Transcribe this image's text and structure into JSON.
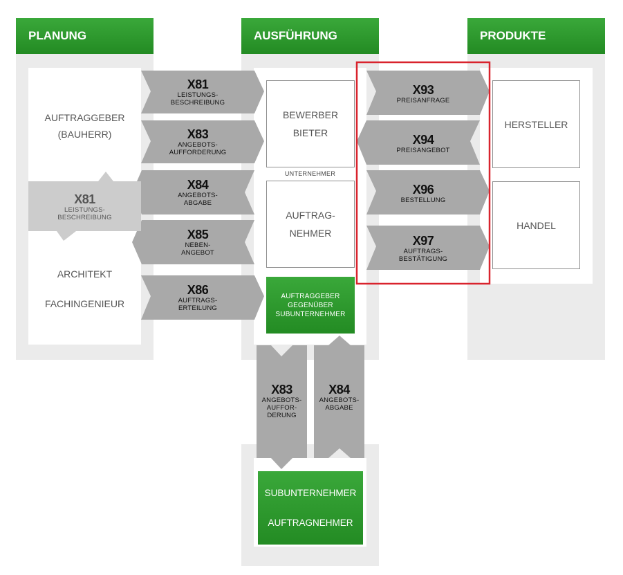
{
  "columns": {
    "planung": "PLANUNG",
    "ausfuehrung": "AUSFÜHRUNG",
    "produkte": "PRODUKTE"
  },
  "planung": {
    "auftraggeber_line1": "AUFTRAGGEBER",
    "auftraggeber_line2": "(BAUHERR)",
    "architekt": "ARCHITEKT",
    "fachingenieur": "FACHINGENIEUR",
    "x81_code": "X81",
    "x81_line1": "LEISTUNGS-",
    "x81_line2": "BESCHREIBUNG"
  },
  "docs": {
    "x81": {
      "code": "X81",
      "line1": "LEISTUNGS-",
      "line2": "BESCHREIBUNG"
    },
    "x83": {
      "code": "X83",
      "line1": "ANGEBOTS-",
      "line2": "AUFFORDERUNG"
    },
    "x84": {
      "code": "X84",
      "line1": "ANGEBOTS-",
      "line2": "ABGABE"
    },
    "x85": {
      "code": "X85",
      "line1": "NEBEN-",
      "line2": "ANGEBOT"
    },
    "x86": {
      "code": "X86",
      "line1": "AUFTRAGS-",
      "line2": "ERTEILUNG"
    },
    "x93": {
      "code": "X93",
      "line1": "PREISANFRAGE"
    },
    "x94": {
      "code": "X94",
      "line1": "PREISANGEBOT"
    },
    "x96": {
      "code": "X96",
      "line1": "BESTELLUNG"
    },
    "x97": {
      "code": "X97",
      "line1": "AUFTRAGS-",
      "line2": "BESTÄTIGUNG"
    },
    "x83v": {
      "code": "X83",
      "line1": "ANGEBOTS-",
      "line2": "AUFFOR-",
      "line3": "DERUNG"
    },
    "x84v": {
      "code": "X84",
      "line1": "ANGEBOTS-",
      "line2": "ABGABE"
    }
  },
  "ausfuehrung": {
    "bewerber": "BEWERBER",
    "bieter": "BIETER",
    "unternehmer": "UNTERNEHMER",
    "auftrag_line1": "AUFTRAG-",
    "auftrag_line2": "NEHMER",
    "ag_sub_line1": "AUFTRAGGEBER",
    "ag_sub_line2": "GEGENÜBER",
    "ag_sub_line3": "SUBUNTERNEHMER",
    "sub_line1": "SUBUNTERNEHMER",
    "sub_line2": "AUFTRAGNEHMER"
  },
  "produkte": {
    "hersteller": "HERSTELLER",
    "handel": "HANDEL"
  },
  "colors": {
    "green": "#2f9e2f",
    "arrow_gray": "#a9a9a9",
    "arrow_light": "#cccccc",
    "panel_gray": "#ebebeb",
    "highlight_red": "#d9232d"
  }
}
